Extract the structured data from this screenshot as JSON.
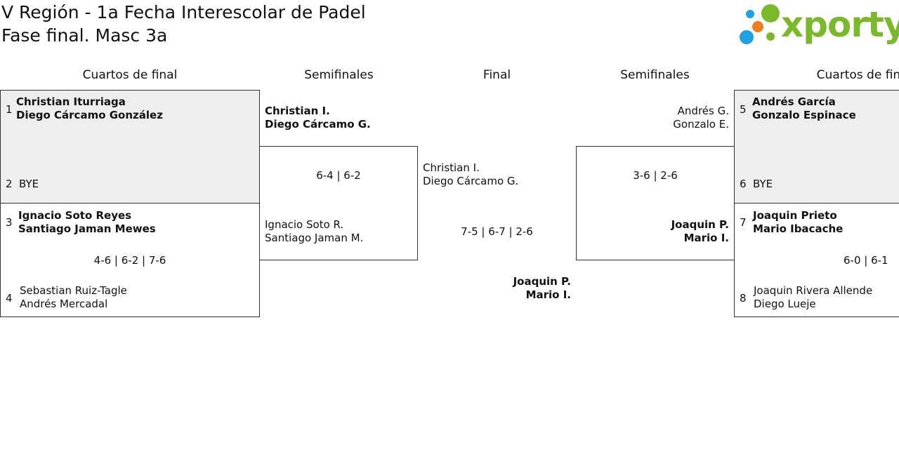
{
  "header": {
    "title_line1": "V Región - 1a Fecha Interescolar de Padel",
    "title_line2": "Fase final. Masc 3a",
    "logo_text": "xporty",
    "logo_colors": {
      "green": "#7ab929",
      "blue": "#1da1e0",
      "orange": "#ef7d1a"
    }
  },
  "rounds": {
    "qf_left": "Cuartos de final",
    "sf_left": "Semifinales",
    "final": "Final",
    "sf_right": "Semifinales",
    "qf_right": "Cuartos de final"
  },
  "qf_left": {
    "m1": {
      "seed_a": "1",
      "a1": "Christian Iturriaga",
      "a2": "Diego Cárcamo González",
      "seed_b": "2",
      "b1": "BYE"
    },
    "m2": {
      "seed_a": "3",
      "a1": "Ignacio Soto Reyes",
      "a2": "Santiago Jaman Mewes",
      "score": "4-6 | 6-2 | 7-6",
      "seed_b": "4",
      "b1": "Sebastian Ruiz-Tagle",
      "b2": "Andrés Mercadal"
    }
  },
  "sf_left": {
    "a1": "Christian I.",
    "a2": "Diego Cárcamo G.",
    "score": "6-4 | 6-2",
    "b1": "Ignacio Soto R.",
    "b2": "Santiago Jaman M."
  },
  "final": {
    "a1": "Christian I.",
    "a2": "Diego Cárcamo G.",
    "score": "7-5 | 6-7 | 2-6",
    "b1": "Joaquin P.",
    "b2": "Mario I."
  },
  "sf_right": {
    "a1": "Andrés G.",
    "a2": "Gonzalo E.",
    "score": "3-6 | 2-6",
    "b1": "Joaquin P.",
    "b2": "Mario I."
  },
  "qf_right": {
    "m1": {
      "seed_a": "5",
      "a1": "Andrés García",
      "a2": "Gonzalo Espinace",
      "seed_b": "6",
      "b1": "BYE"
    },
    "m2": {
      "seed_a": "7",
      "a1": "Joaquin Prieto",
      "a2": "Mario Ibacache",
      "score": "6-0 | 6-1",
      "seed_b": "8",
      "b1": "Joaquin Rivera Allende",
      "b2": "Diego Lueje"
    }
  }
}
